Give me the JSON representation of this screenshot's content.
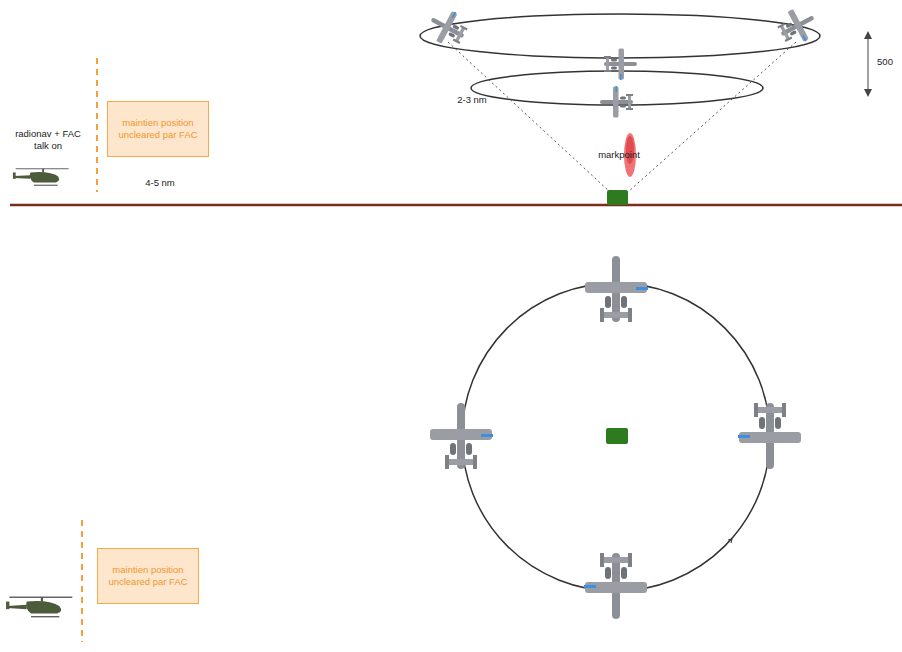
{
  "diagram": {
    "nodes": [
      {
        "text": [
          "maintien position uncleared par FAC"
        ]
      },
      {
        "text": [
          "maintien position uncleared par FAC"
        ]
      }
    ],
    "labels": [
      "radionav + FAC talk on",
      "4-5 nm",
      "2-3 nm",
      "markpoint",
      "500"
    ]
  }
}
